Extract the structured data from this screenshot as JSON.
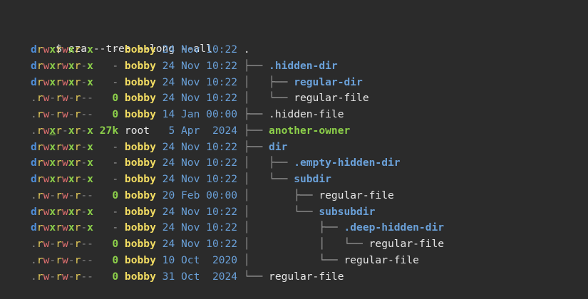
{
  "command": "$ eza --tree --long --all",
  "colors": {
    "background": "#2b2b2b",
    "permission_dir": "#4f8ed8",
    "permission_read": "#e6cc5a",
    "permission_write": "#e07070",
    "permission_exec": "#8ccf4a",
    "user": "#f2dc62",
    "date": "#6aa0d8",
    "tree_branch": "#9a9a9a",
    "directory_name": "#6aa0d8",
    "executable_name": "#8ccf4a"
  },
  "rows": [
    {
      "perms": "drwxrwxr-x",
      "size": "  -",
      "user": "bobby",
      "date": "24 Nov 10:22",
      "tree": "",
      "name": ".",
      "kind": "file"
    },
    {
      "perms": "drwxrwxr-x",
      "size": "  -",
      "user": "bobby",
      "date": "24 Nov 10:22",
      "tree": "├── ",
      "name": ".hidden-dir",
      "kind": "dir"
    },
    {
      "perms": "drwxrwxr-x",
      "size": "  -",
      "user": "bobby",
      "date": "24 Nov 10:22",
      "tree": "│   ├── ",
      "name": "regular-dir",
      "kind": "dir"
    },
    {
      "perms": ".rw-rw-r--",
      "size": "  0",
      "user": "bobby",
      "date": "24 Nov 10:22",
      "tree": "│   └── ",
      "name": "regular-file",
      "kind": "file"
    },
    {
      "perms": ".rw-rw-r--",
      "size": "  0",
      "user": "bobby",
      "date": "14 Jan 00:00",
      "tree": "├── ",
      "name": ".hidden-file",
      "kind": "file"
    },
    {
      "perms": ".rwxr-xr-x",
      "size": "27k",
      "user": "root ",
      "date": " 5 Apr  2024",
      "tree": "├── ",
      "name": "another-owner",
      "kind": "exec"
    },
    {
      "perms": "drwxrwxr-x",
      "size": "  -",
      "user": "bobby",
      "date": "24 Nov 10:22",
      "tree": "├── ",
      "name": "dir",
      "kind": "dir"
    },
    {
      "perms": "drwxrwxr-x",
      "size": "  -",
      "user": "bobby",
      "date": "24 Nov 10:22",
      "tree": "│   ├── ",
      "name": ".empty-hidden-dir",
      "kind": "dir"
    },
    {
      "perms": "drwxrwxr-x",
      "size": "  -",
      "user": "bobby",
      "date": "24 Nov 10:22",
      "tree": "│   └── ",
      "name": "subdir",
      "kind": "dir"
    },
    {
      "perms": ".rw-rw-r--",
      "size": "  0",
      "user": "bobby",
      "date": "20 Feb 00:00",
      "tree": "│       ├── ",
      "name": "regular-file",
      "kind": "file"
    },
    {
      "perms": "drwxrwxr-x",
      "size": "  -",
      "user": "bobby",
      "date": "24 Nov 10:22",
      "tree": "│       └── ",
      "name": "subsubdir",
      "kind": "dir"
    },
    {
      "perms": "drwxrwxr-x",
      "size": "  -",
      "user": "bobby",
      "date": "24 Nov 10:22",
      "tree": "│           ├── ",
      "name": ".deep-hidden-dir",
      "kind": "dir"
    },
    {
      "perms": ".rw-rw-r--",
      "size": "  0",
      "user": "bobby",
      "date": "24 Nov 10:22",
      "tree": "│           │   └── ",
      "name": "regular-file",
      "kind": "file"
    },
    {
      "perms": ".rw-rw-r--",
      "size": "  0",
      "user": "bobby",
      "date": "10 Oct  2020",
      "tree": "│           └── ",
      "name": "regular-file",
      "kind": "file"
    },
    {
      "perms": ".rw-rw-r--",
      "size": "  0",
      "user": "bobby",
      "date": "31 Oct  2024",
      "tree": "└── ",
      "name": "regular-file",
      "kind": "file"
    }
  ]
}
